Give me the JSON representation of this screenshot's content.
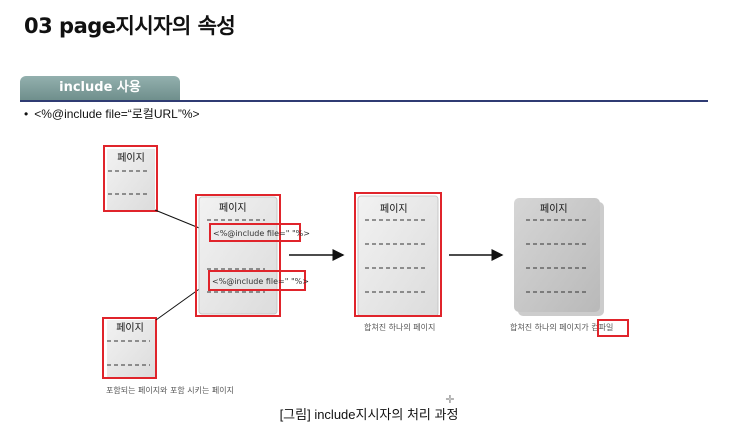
{
  "header": {
    "title": "03 page지시자의 속성"
  },
  "section": {
    "tab_label": "include 사용"
  },
  "bullet": {
    "marker": "•",
    "text": "<%@include file=“로컬URL”%>"
  },
  "diagram": {
    "page_label": "페이지",
    "include_directive": "<%@include file=\" \"%>",
    "merged_caption": "합쳐진 하나의 페이지",
    "compiled_caption_prefix": "합쳐진 하나의 페이지가 ",
    "compiled_caption_highlight": "컴파일",
    "included_caption": "포함되는 페이지와 포함 시키는 페이지",
    "crosshair": "✛"
  },
  "figure": {
    "caption": "[그림] include지시자의 처리 과정"
  },
  "colors": {
    "highlight": "#e0242b",
    "tab": "#7b9996",
    "rule": "#2f3b73"
  }
}
